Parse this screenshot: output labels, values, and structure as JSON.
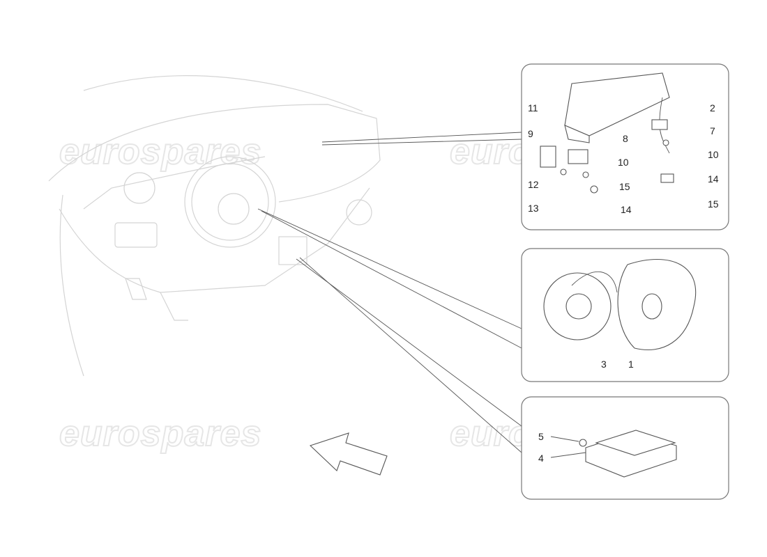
{
  "watermark": "eurospares",
  "panels": [
    {
      "name": "passenger-airbag-panel",
      "labels": [
        "11",
        "2",
        "9",
        "7",
        "8",
        "10",
        "10",
        "12",
        "15",
        "14",
        "13",
        "14",
        "15"
      ]
    },
    {
      "name": "driver-airbag-panel",
      "labels": [
        "3",
        "1"
      ]
    },
    {
      "name": "control-unit-panel",
      "labels": [
        "5",
        "4"
      ]
    }
  ],
  "colors": {
    "line": "#555555",
    "dashboard": "#d4d4d4",
    "watermark": "#e6e6e6"
  }
}
